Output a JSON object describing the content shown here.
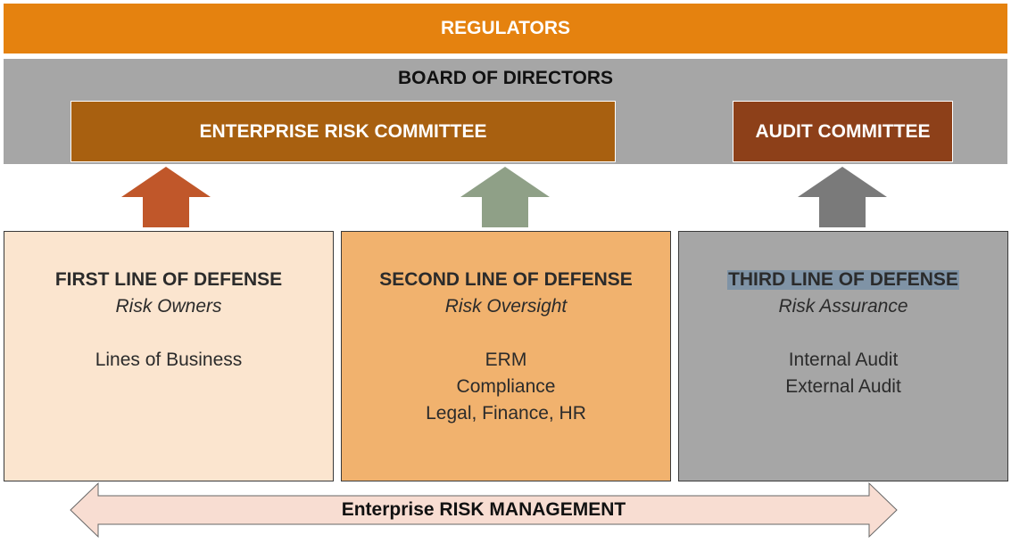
{
  "regulators": {
    "label": "REGULATORS"
  },
  "board": {
    "title": "BOARD OF DIRECTORS",
    "enterprise_risk_committee": "ENTERPRISE RISK COMMITTEE",
    "audit_committee": "AUDIT COMMITTEE"
  },
  "colors": {
    "regulators": "#e5820f",
    "board": "#a6a6a6",
    "enterprise_risk_committee": "#a86010",
    "audit_committee": "#8d4019",
    "arrow_first": "#c0572a",
    "arrow_second": "#8fa087",
    "arrow_third": "#7a7a7a",
    "first_line": "#fbe5cf",
    "second_line": "#f1b26e",
    "third_line": "#a6a6a6",
    "erm_arrow": "#f8ddd2"
  },
  "lines": [
    {
      "title": "FIRST LINE OF DEFENSE",
      "subtitle": "Risk Owners",
      "items": [
        "Lines of Business"
      ]
    },
    {
      "title": "SECOND LINE OF DEFENSE",
      "subtitle": "Risk Oversight",
      "items": [
        "ERM",
        "Compliance",
        "Legal, Finance, HR"
      ]
    },
    {
      "title": "THIRD LINE OF DEFENSE",
      "subtitle": "Risk Assurance",
      "items": [
        "Internal Audit",
        "External Audit"
      ]
    }
  ],
  "erm": {
    "label": "Enterprise RISK MANAGEMENT"
  }
}
